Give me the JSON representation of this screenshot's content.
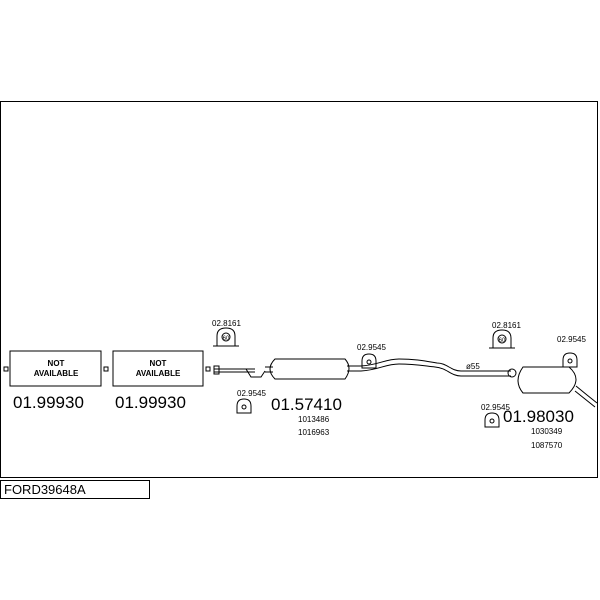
{
  "title": "FORD39648A",
  "not_available": [
    "NOT",
    "AVAILABLE"
  ],
  "parts": {
    "front_pipe_1": "01.99930",
    "front_pipe_2": "01.99930",
    "middle_silencer": "01.57410",
    "middle_refs": [
      "1013486",
      "1016963"
    ],
    "rear_silencer": "01.98030",
    "rear_refs": [
      "1030349",
      "1087570"
    ]
  },
  "fittings": {
    "clamp_front": "02.8161",
    "clamp_front_size": "60",
    "hanger_front": "02.9545",
    "hanger_mid": "02.9545",
    "clamp_rear": "02.8161",
    "clamp_rear_size": "60",
    "hanger_rear_top": "02.9545",
    "hanger_rear_bottom": "02.9545",
    "pipe_diameter": "ø55"
  }
}
